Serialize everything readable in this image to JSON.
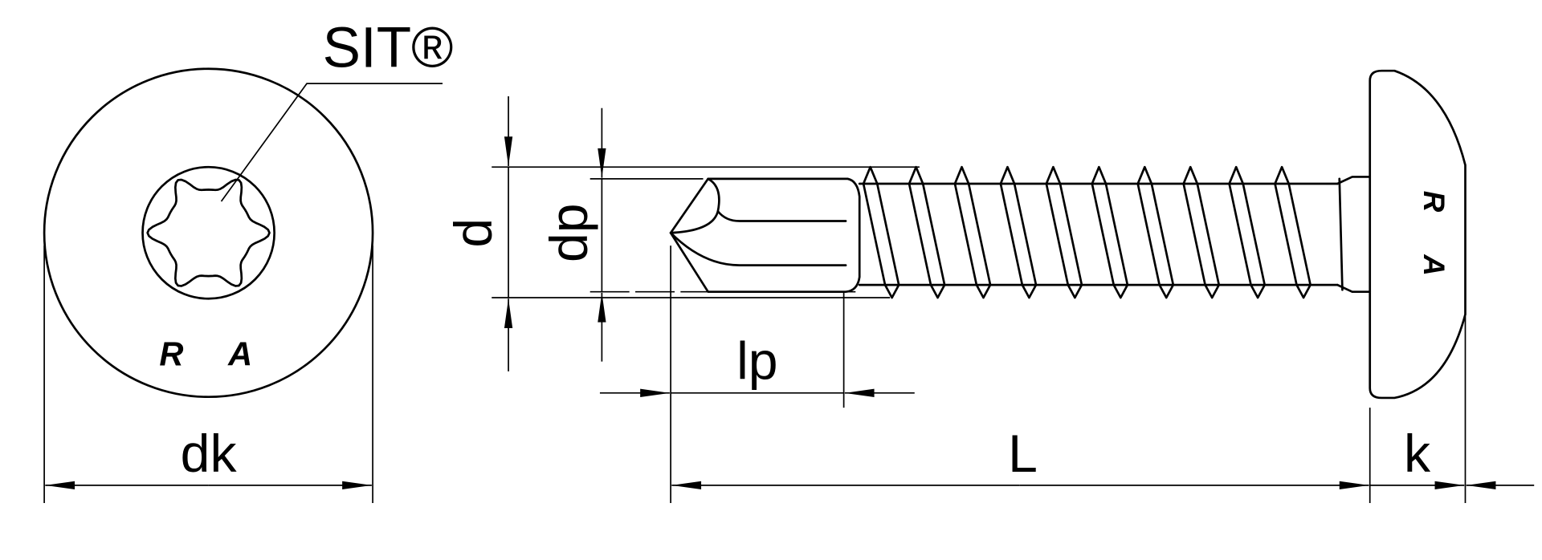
{
  "drawing": {
    "drive_label": "SIT®",
    "head_marking": [
      "R",
      "A"
    ],
    "dimensions": {
      "head_diameter": "dk",
      "thread_diameter": "d",
      "drill_point_diameter": "dp",
      "drill_point_length": "lp",
      "length": "L",
      "head_height": "k"
    },
    "thread_turns": 10,
    "line_color": "#000000",
    "background": "#ffffff"
  }
}
